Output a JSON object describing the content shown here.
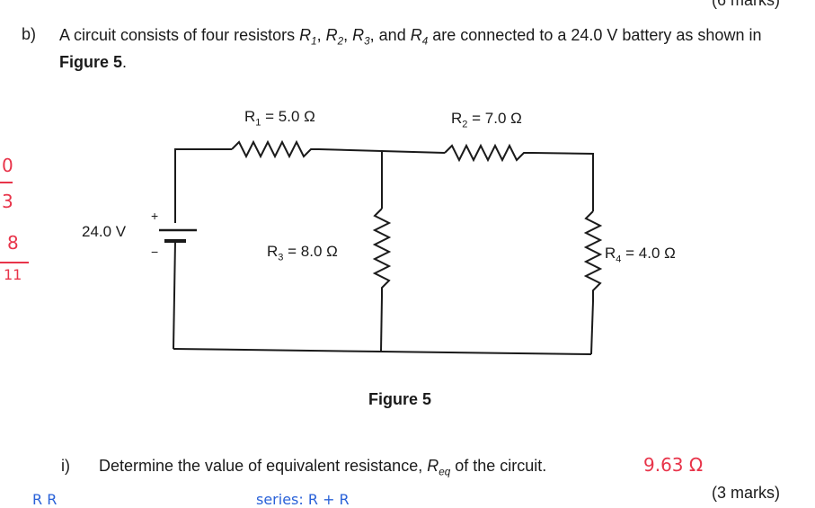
{
  "header": {
    "marks_partial": "(6 marks)"
  },
  "question": {
    "label": "b)",
    "text_part1": "A circuit consists of four resistors ",
    "r1": "R",
    "r1_sub": "1",
    "r2": "R",
    "r2_sub": "2",
    "r3": "R",
    "r3_sub": "3",
    "r4": "R",
    "r4_sub": "4",
    "sep1": ", ",
    "sep2": ", ",
    "sep3": ", and ",
    "text_part2": " are connected to a 24.0 V battery as shown in ",
    "figure_ref": "Figure 5",
    "text_end": "."
  },
  "circuit": {
    "battery": {
      "voltage_label": "24.0 V",
      "plus": "+",
      "minus": "−"
    },
    "resistors": [
      {
        "name": "R",
        "sub": "1",
        "value_label": " = 5.0 Ω"
      },
      {
        "name": "R",
        "sub": "2",
        "value_label": " = 7.0 Ω"
      },
      {
        "name": "R",
        "sub": "3",
        "value_label": " = 8.0 Ω"
      },
      {
        "name": "R",
        "sub": "4",
        "value_label": " = 4.0 Ω"
      }
    ],
    "caption": "Figure 5"
  },
  "sub_question": {
    "label": "i)",
    "text": "Determine the value of equivalent resistance, ",
    "symbol": "R",
    "symbol_sub": "eq",
    "text_end": " of the circuit.",
    "marks": "(3 marks)"
  },
  "handwriting": {
    "answer": "9.63 Ω",
    "margin_notes": [
      "0",
      "3",
      "8",
      "11"
    ],
    "bottom_partial_left": "R   R",
    "bottom_partial_mid": "series: R + R"
  }
}
